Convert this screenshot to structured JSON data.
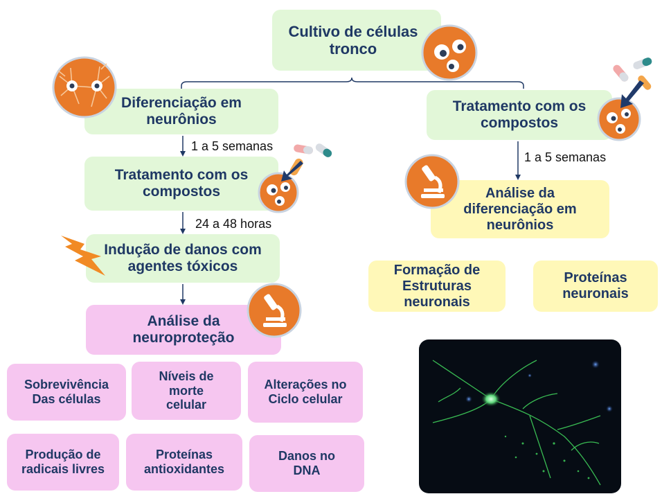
{
  "title_box": "Cultivo de células tronco",
  "left": {
    "differentiation": "Diferenciação em neurônios",
    "interval1": "1 a 5 semanas",
    "treatment": "Tratamento com os compostos",
    "interval2": "24 a 48 horas",
    "damage": "Indução de danos com agentes tóxicos",
    "analysis": "Análise da neuroproteção",
    "outcomes": [
      "Sobrevivência Das células",
      "Níveis de morte celular",
      "Alterações no Ciclo celular",
      "Produção de radicais livres",
      "Proteínas antioxidantes",
      "Danos no DNA"
    ]
  },
  "right": {
    "treatment": "Tratamento com os compostos",
    "interval": "1 a 5 semanas",
    "analysis": "Análise da diferenciação em neurônios",
    "outcomes": [
      "Formação de Estruturas neuronais",
      "Proteínas neuronais"
    ]
  },
  "colors": {
    "green_box": "#e2f7d8",
    "yellow_box": "#fff8b8",
    "pink_box": "#f6c6f0",
    "text": "#1f3864",
    "icon_orange": "#e87a2a",
    "arrow": "#1f3864"
  }
}
